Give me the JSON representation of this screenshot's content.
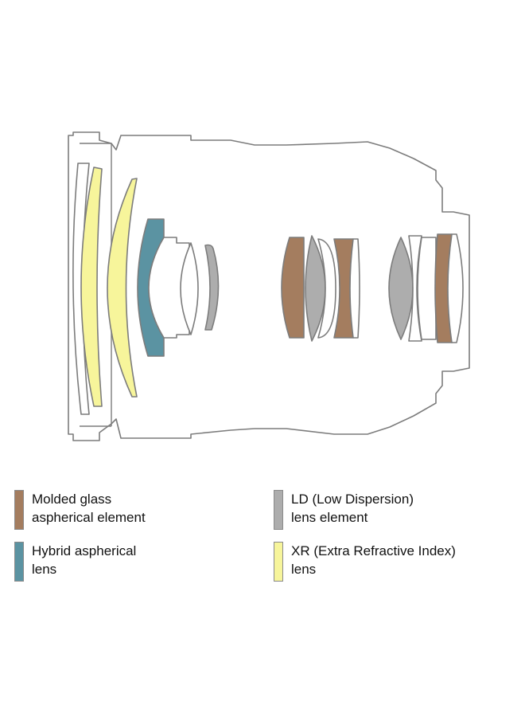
{
  "colors": {
    "outline": "#7c7c7c",
    "molded": "#a47d5f",
    "hybrid": "#5b93a2",
    "ld": "#adadad",
    "xr": "#f7f59b",
    "clear": "#ffffff"
  },
  "legend": [
    {
      "key": "molded",
      "line1": "Molded glass",
      "line2": "aspherical element",
      "color": "#a47d5f"
    },
    {
      "key": "ld",
      "line1": "LD (Low Dispersion)",
      "line2": "lens element",
      "color": "#adadad"
    },
    {
      "key": "hybrid",
      "line1": "Hybrid aspherical",
      "line2": "lens",
      "color": "#5b93a2"
    },
    {
      "key": "xr",
      "line1": "XR (Extra Refractive Index)",
      "line2": "lens",
      "color": "#f7f59b"
    }
  ]
}
